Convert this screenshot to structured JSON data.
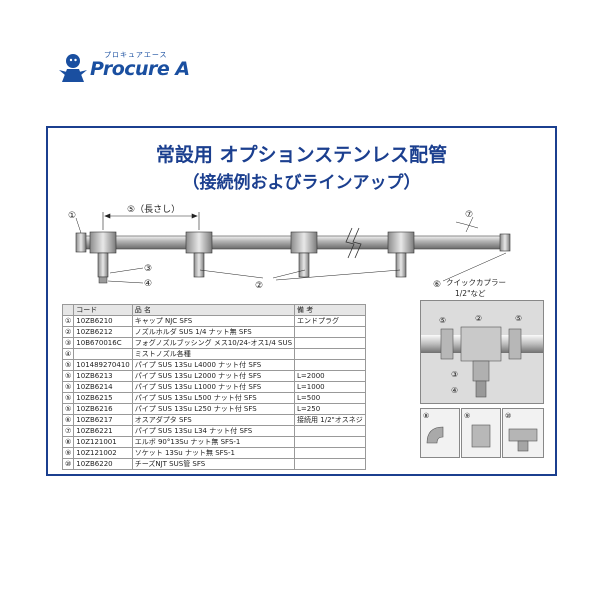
{
  "logo": {
    "subtitle": "プロキュアエース",
    "name": "Procure A"
  },
  "panel": {
    "title_line1": "常設用 オプションステンレス配管",
    "title_line2": "（接続例およびラインアップ）"
  },
  "diagram": {
    "length_label": "⑤（長さし）",
    "callouts": [
      "①",
      "②",
      "③",
      "④",
      "⑥",
      "⑦"
    ],
    "coupler_label1": "クイックカプラー",
    "coupler_label2": "1/2\"など"
  },
  "table": {
    "headers": [
      "",
      "コード",
      "品 名",
      "備 考"
    ],
    "rows": [
      [
        "①",
        "10ZB6210",
        "キャップ NJC SFS",
        "エンドプラグ"
      ],
      [
        "②",
        "10ZB6212",
        "ノズルホルダ SUS 1/4 ナット無 SFS",
        ""
      ],
      [
        "③",
        "10B670016C",
        "フォグノズルブッシング メス10/24-オス1/4 SUS",
        ""
      ],
      [
        "④",
        "",
        "ミストノズル各種",
        ""
      ],
      [
        "⑤",
        "101489270410",
        "パイプ SUS 13Su L4000 ナット付 SFS",
        ""
      ],
      [
        "⑤",
        "10ZB6213",
        "パイプ SUS 13Su L2000 ナット付 SFS",
        "L=2000"
      ],
      [
        "⑤",
        "10ZB6214",
        "パイプ SUS 13Su L1000 ナット付 SFS",
        "L=1000"
      ],
      [
        "⑤",
        "10ZB6215",
        "パイプ SUS 13Su L500 ナット付 SFS",
        "L=500"
      ],
      [
        "⑤",
        "10ZB6216",
        "パイプ SUS 13Su L250 ナット付 SFS",
        "L=250"
      ],
      [
        "⑥",
        "10ZB6217",
        "オスアダプタ SFS",
        "接続用 1/2\"オスネジ"
      ],
      [
        "⑦",
        "10ZB6221",
        "パイプ SUS 13Su L34 ナット付 SFS",
        ""
      ],
      [
        "⑧",
        "10Z121001",
        "エルボ 90°13Su ナット無 SFS-1",
        ""
      ],
      [
        "⑨",
        "10Z121002",
        "ソケット 13Su ナット無 SFS-1",
        ""
      ],
      [
        "⑩",
        "10ZB6220",
        "チーズNJT SUS管 SFS",
        ""
      ]
    ]
  },
  "photo": {
    "callouts": [
      "⑤",
      "②",
      "⑤",
      "③",
      "④"
    ],
    "fittings": [
      "⑧",
      "⑨",
      "⑩"
    ]
  },
  "colors": {
    "accent": "#1b3f8f",
    "logo": "#1a4fa0"
  }
}
